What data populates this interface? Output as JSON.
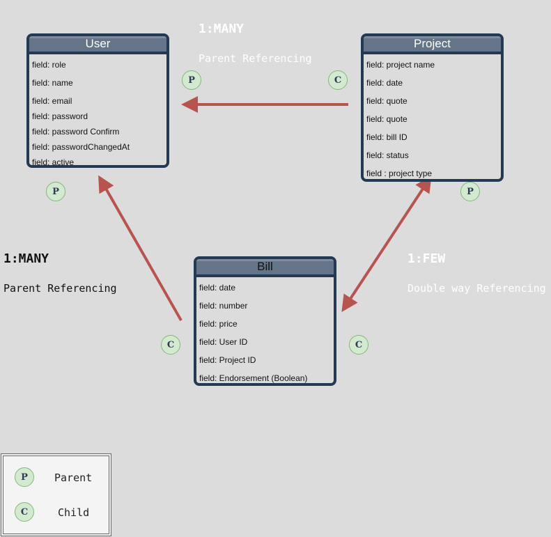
{
  "entities": {
    "user": {
      "title": "User",
      "fields": [
        "field: role",
        "field: name",
        "field: email",
        "field: password",
        "field: password Confirm",
        "field: passwordChangedAt",
        "field: active"
      ]
    },
    "project": {
      "title": "Project",
      "fields": [
        "field: project name",
        "field: date",
        "field: quote",
        "field: quote",
        "field: bill ID",
        "field: status",
        "field : project type"
      ]
    },
    "bill": {
      "title": "Bill",
      "fields": [
        "field: date",
        "field: number",
        "field: price",
        "field: User ID",
        "field: Project ID",
        "field: Endorsement (Boolean)"
      ]
    }
  },
  "relationships": {
    "top": {
      "cardinality": "1:MANY",
      "type": "Parent Referencing"
    },
    "left": {
      "cardinality": "1:MANY",
      "type": "Parent Referencing"
    },
    "right": {
      "cardinality": "1:FEW",
      "type": "Double way Referencing"
    }
  },
  "badges": {
    "parent_letter": "P",
    "child_letter": "C"
  },
  "legend": {
    "parent_label": "Parent",
    "child_label": "Child"
  },
  "colors": {
    "arrow": "#b85450",
    "entity_border": "#233a52",
    "entity_header": "#647489",
    "badge_fill": "#d3e9d0",
    "badge_border": "#83b77d",
    "background": "#dcdcdc"
  }
}
